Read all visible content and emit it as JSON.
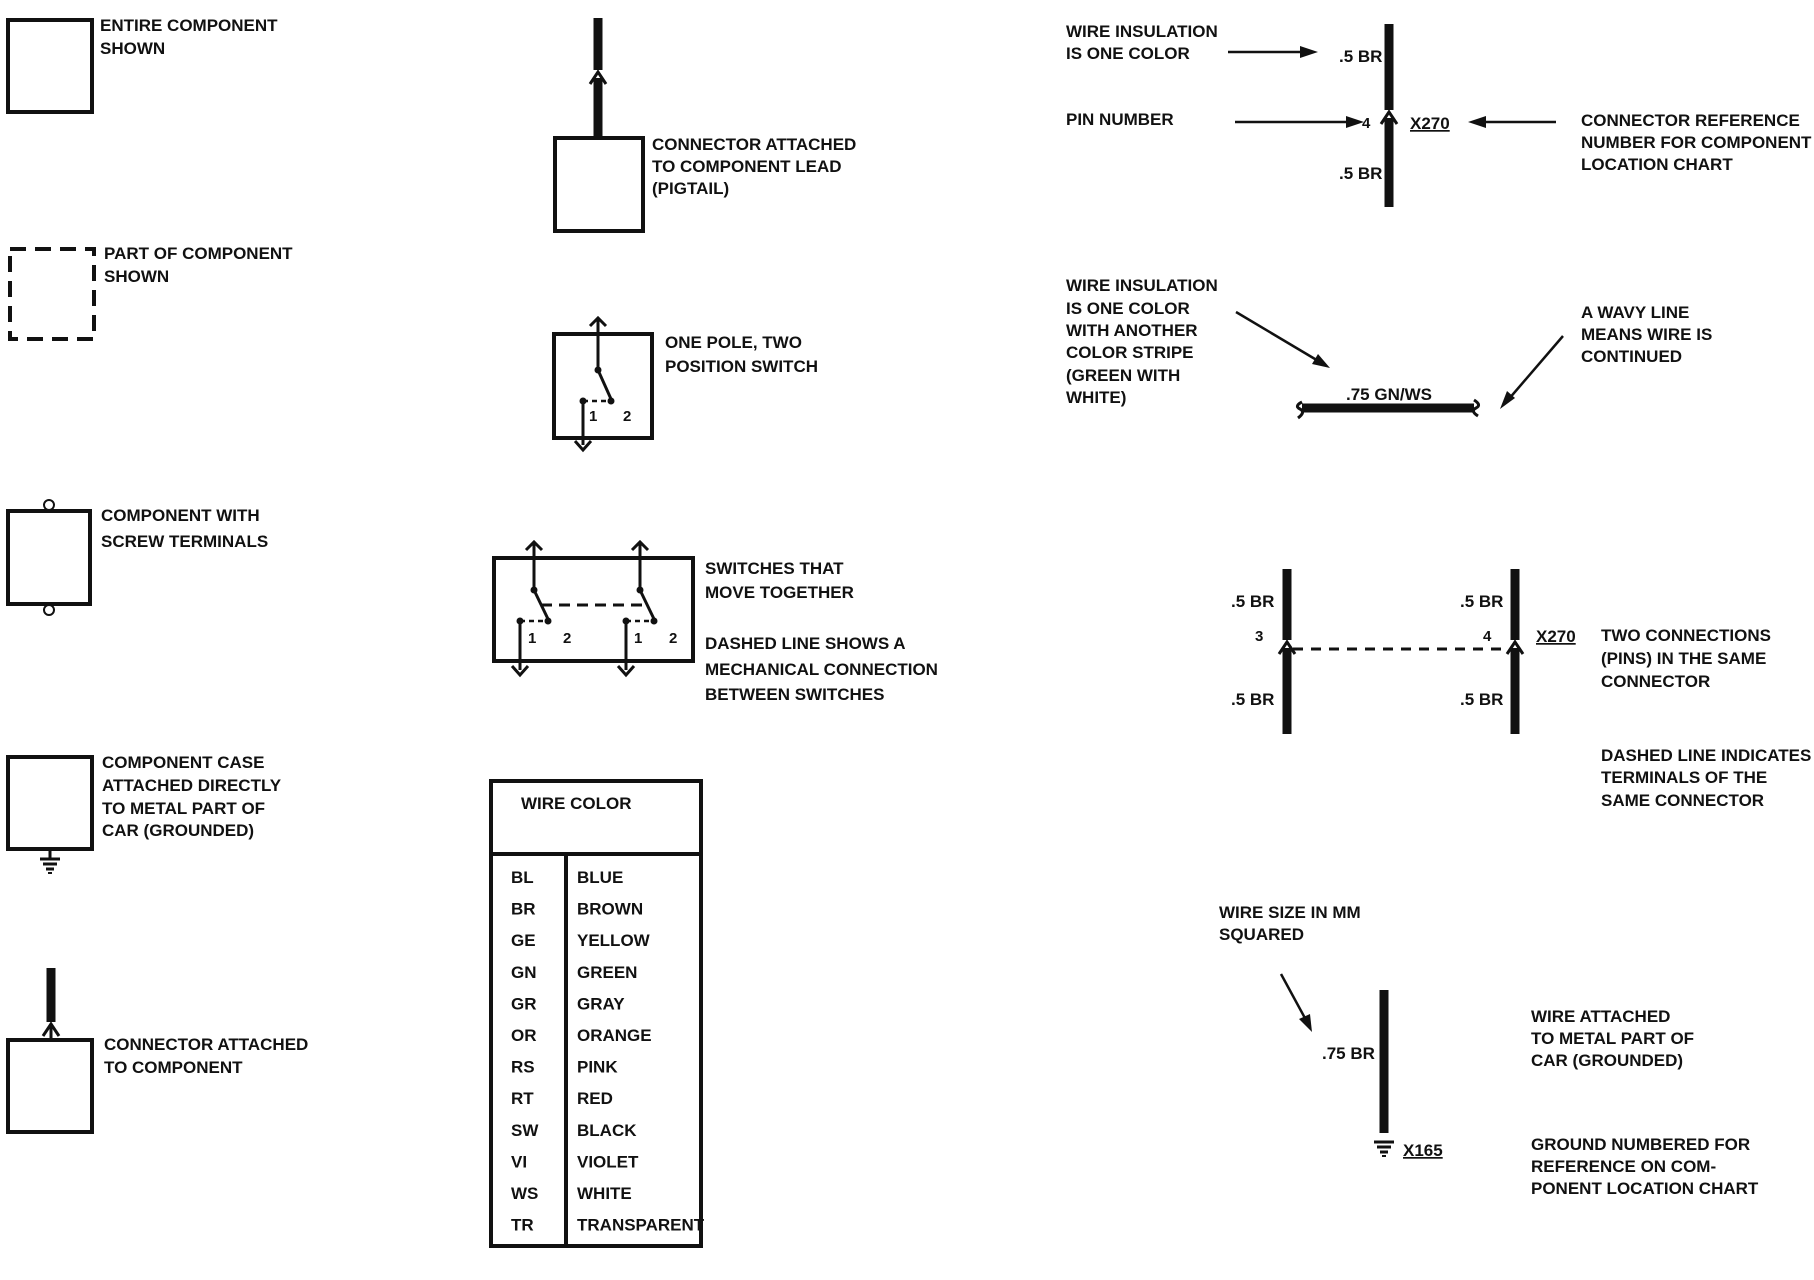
{
  "legend": {
    "entire_component": [
      "ENTIRE COMPONENT",
      "SHOWN"
    ],
    "part_component": [
      "PART OF COMPONENT",
      "SHOWN"
    ],
    "screw_terminals": [
      "COMPONENT WITH",
      "SCREW TERMINALS"
    ],
    "case_grounded": [
      "COMPONENT CASE",
      "ATTACHED DIRECTLY",
      "TO METAL PART OF",
      "CAR (GROUNDED)"
    ],
    "connector_attached": [
      "CONNECTOR ATTACHED",
      "TO COMPONENT"
    ],
    "pigtail": [
      "CONNECTOR ATTACHED",
      "TO COMPONENT LEAD",
      "(PIGTAIL)"
    ],
    "one_pole": [
      "ONE POLE, TWO",
      "POSITION SWITCH"
    ],
    "switches_together": [
      "SWITCHES THAT",
      "MOVE TOGETHER"
    ],
    "dashed_mechanical": [
      "DASHED LINE SHOWS A",
      "MECHANICAL CONNECTION",
      "BETWEEN SWITCHES"
    ],
    "insulation_one": [
      "WIRE INSULATION",
      "IS ONE COLOR"
    ],
    "pin_number": "PIN NUMBER",
    "connector_ref": [
      "CONNECTOR REFERENCE",
      "NUMBER FOR COMPONENT",
      "LOCATION CHART"
    ],
    "insulation_stripe": [
      "WIRE INSULATION",
      "IS ONE COLOR",
      "WITH ANOTHER",
      "COLOR STRIPE",
      "(GREEN WITH",
      "WHITE)"
    ],
    "wavy": [
      "A WAVY LINE",
      "MEANS WIRE IS",
      "CONTINUED"
    ],
    "two_connections": [
      "TWO CONNECTIONS",
      "(PINS) IN THE SAME",
      "CONNECTOR"
    ],
    "dashed_terminals": [
      "DASHED LINE INDICATES",
      "TERMINALS OF THE",
      "SAME CONNECTOR"
    ],
    "wire_size": [
      "WIRE SIZE IN MM",
      "SQUARED"
    ],
    "wire_grounded": [
      "WIRE ATTACHED",
      "TO METAL PART OF",
      "CAR (GROUNDED)"
    ],
    "ground_numbered": [
      "GROUND NUMBERED FOR",
      "REFERENCE ON COM-",
      "PONENT LOCATION CHART"
    ]
  },
  "labels": {
    "switch_pos1": "1",
    "switch_pos2": "2",
    "wire_5br": ".5 BR",
    "pin4": "4",
    "pin3": "3",
    "x270": "X270",
    "gnws": ".75 GN/WS",
    "wire_75br": ".75 BR",
    "x165": "X165"
  },
  "wire_color": {
    "title": "WIRE COLOR",
    "rows": [
      {
        "code": "BL",
        "name": "BLUE"
      },
      {
        "code": "BR",
        "name": "BROWN"
      },
      {
        "code": "GE",
        "name": "YELLOW"
      },
      {
        "code": "GN",
        "name": "GREEN"
      },
      {
        "code": "GR",
        "name": "GRAY"
      },
      {
        "code": "OR",
        "name": "ORANGE"
      },
      {
        "code": "RS",
        "name": "PINK"
      },
      {
        "code": "RT",
        "name": "RED"
      },
      {
        "code": "SW",
        "name": "BLACK"
      },
      {
        "code": "VI",
        "name": "VIOLET"
      },
      {
        "code": "WS",
        "name": "WHITE"
      },
      {
        "code": "TR",
        "name": "TRANSPARENT"
      }
    ]
  }
}
